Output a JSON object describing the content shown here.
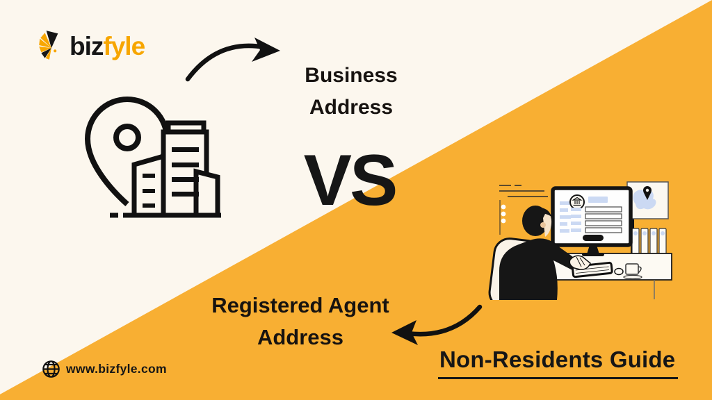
{
  "colors": {
    "background_cream": "#FCF7EE",
    "accent_orange": "#F8AF33",
    "ink_black": "#161616",
    "logo_orange": "#F7A600",
    "illustration_light_blue": "#CBD9F3",
    "skin_tone": "#F6E3CA"
  },
  "logo": {
    "mark_icon": "pinwheel-icon",
    "black_part": "biz",
    "orange_part": "fyle"
  },
  "labels": {
    "business": {
      "line1": "Business",
      "line2": "Address"
    },
    "vs": "VS",
    "agent": {
      "line1": "Registered Agent",
      "line2": "Address"
    },
    "guide": "Non-Residents Guide"
  },
  "footer": {
    "globe_icon": "globe-icon",
    "website": "www.bizfyle.com"
  },
  "illustrations": {
    "left": "location-pin-with-buildings",
    "right": "person-working-at-computer-desk",
    "arrows": [
      "curved-arrow-to-business-address",
      "curved-arrow-to-registered-agent-address"
    ]
  }
}
